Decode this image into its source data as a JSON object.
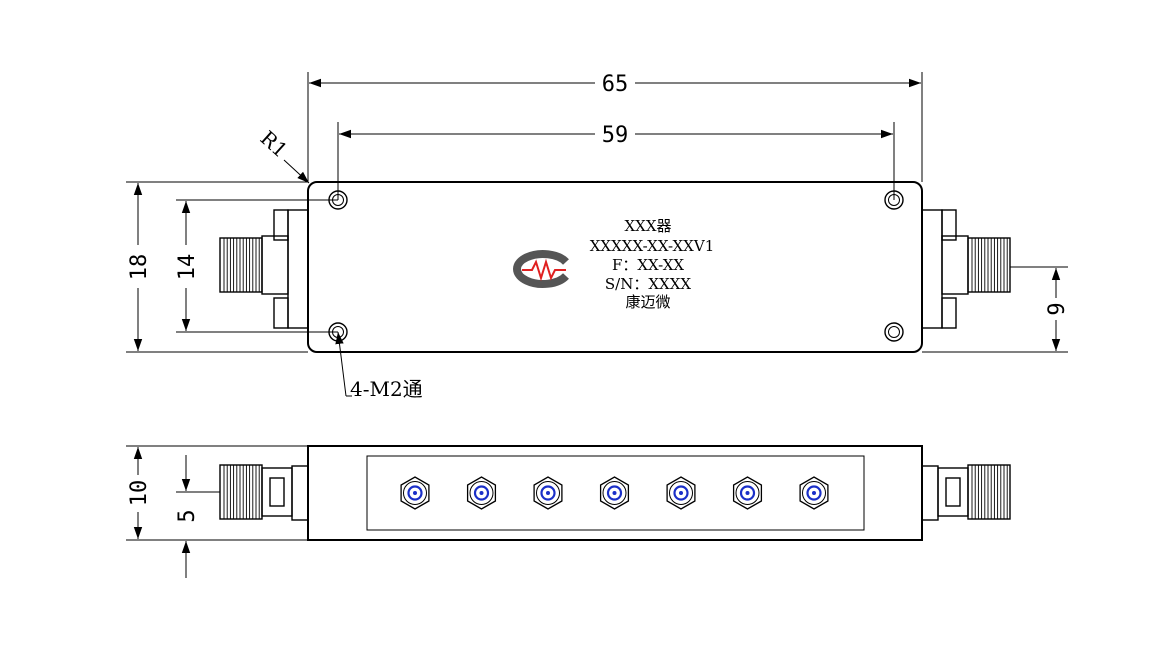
{
  "dimensions": {
    "overall_length": "65",
    "hole_spacing_length": "59",
    "corner_radius": "R1",
    "height": "18",
    "hole_spacing_height": "14",
    "connector_offset": "9",
    "side_thickness": "10",
    "side_connector_center": "5"
  },
  "mounting_note": "4-M2通",
  "marking": {
    "line1": "XXX器",
    "line2": "XXXXX-XX-XXV1",
    "line3": "F：XX-XX",
    "line4": "S/N：XXXX",
    "line5": "康迈微"
  },
  "tuning_screw_count": 7,
  "colors": {
    "line": "#000000",
    "logo_gray": "#555555",
    "logo_red": "#e02020",
    "screw_blue": "#1a2fc8"
  }
}
